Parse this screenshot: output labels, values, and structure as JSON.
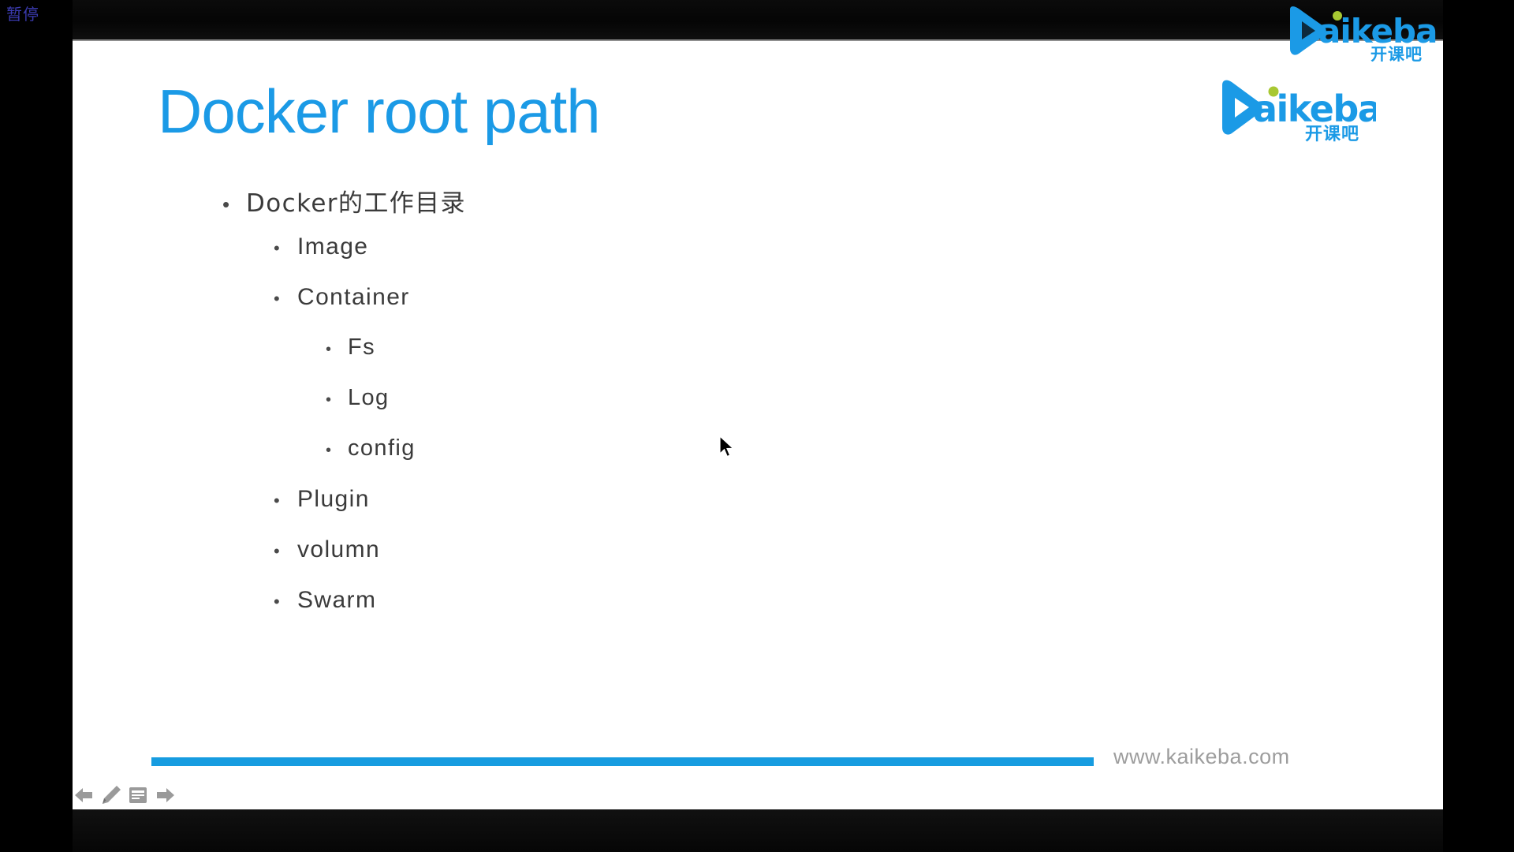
{
  "player": {
    "status_label": "暂停",
    "status_color": "#3b3bb0"
  },
  "watermark": {
    "brand_en": "kaikeba",
    "brand_cn": "开课吧",
    "brand_color": "#1b9ae6",
    "accent_dot_color": "#a8c832"
  },
  "slide": {
    "title": "Docker root path",
    "title_color": "#1b9ae6",
    "logo": {
      "brand_en": "kaikeba",
      "brand_cn": "开课吧",
      "brand_color": "#1b9ae6",
      "accent_dot_color": "#a8c832"
    },
    "bullet_glyph": "•",
    "bullets": [
      {
        "level": 1,
        "text": "Docker的工作目录"
      },
      {
        "level": 2,
        "text": "Image"
      },
      {
        "level": 2,
        "text": "Container"
      },
      {
        "level": 3,
        "text": "Fs"
      },
      {
        "level": 3,
        "text": "Log"
      },
      {
        "level": 3,
        "text": "config"
      },
      {
        "level": 2,
        "text": "Plugin"
      },
      {
        "level": 2,
        "text": "volumn"
      },
      {
        "level": 2,
        "text": "Swarm"
      }
    ],
    "footer": {
      "url": "www.kaikeba.com",
      "bar_color": "#179ce0",
      "url_color": "#9d9d9d"
    },
    "nav": {
      "previous": "previous-slide",
      "pen": "pen-tool",
      "notes": "slide-notes",
      "next": "next-slide",
      "icon_color": "#9a9a9a"
    }
  }
}
